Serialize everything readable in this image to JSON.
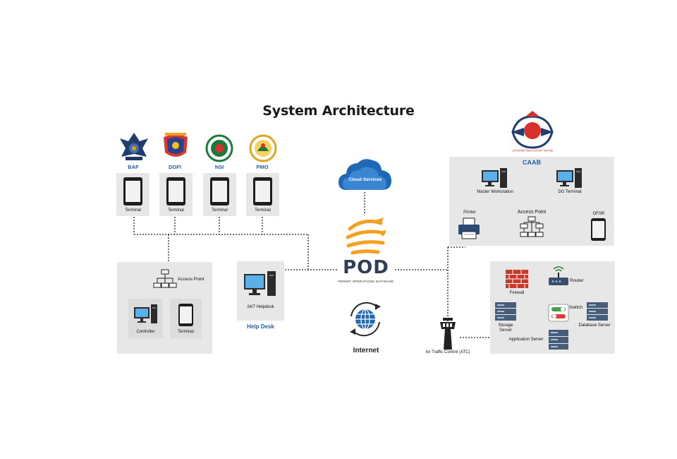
{
  "title": "System Architecture",
  "agencies": [
    {
      "name": "BAF",
      "terminal": "Terminal"
    },
    {
      "name": "DGFI",
      "terminal": "Terminal"
    },
    {
      "name": "NSI",
      "terminal": "Terminal"
    },
    {
      "name": "PMO",
      "terminal": "Terminal"
    }
  ],
  "left_panel": {
    "access_point": "Access Point",
    "controller": "Controller",
    "terminal": "Terminal"
  },
  "helpdesk": {
    "device_label": "24/7 Helpdesk",
    "caption": "Help Desk"
  },
  "center": {
    "cloud": "Cloud Services",
    "pod_name": "POD",
    "pod_subtitle": "PERMIT OPERATIONS DATABASE",
    "internet": "Internet"
  },
  "caab": {
    "logo_text": "বেসামরিক বিমান চলাচল কর্তৃপক্ষ",
    "title": "CAAB",
    "master": "Master Workstation",
    "dg": "DG Terminal",
    "access_point": "Access Point",
    "printer": "Printer",
    "dfsr": "DFSR"
  },
  "atc": "Air Traffic Control (ATC)",
  "server_panel": {
    "firewall": "Firewall",
    "router": "Router",
    "switch": "Switch",
    "storage": "Storage Server",
    "database": "Database Server",
    "application": "Application Server"
  },
  "colors": {
    "accent_blue": "#1b5fb0",
    "panel": "#e7e7e7",
    "pod_orange": "#f5a020",
    "firewall_red": "#c73a2c"
  }
}
